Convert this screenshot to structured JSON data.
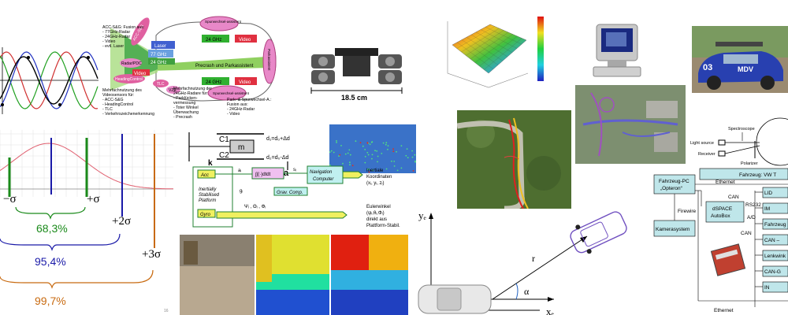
{
  "sensor_diagram": {
    "acc_box": [
      "ACC-S&G: Fusion aus:",
      "- 77GHz-Radar",
      "- 24GHz-Radar",
      "- Video",
      "- evtl. Laser"
    ],
    "park_box": [
      "Mehrfachnutzung des",
      "Videosensors für:",
      "- ACC-S&G",
      "- HeadingControl",
      "- TLC",
      "- Verkehrszeichenerkennung"
    ],
    "mid_box": [
      "Mehrfachnutzung der",
      "24GHz-Radare für:",
      "- Parklücken-",
      "  vermessung",
      "- Toter Winkel",
      "  Überwachung",
      "- Precrash"
    ],
    "right_box": [
      "Park- & Spurwechsel-A.:",
      "Fusion aus:",
      "- 24GHz-Radar",
      "- Video"
    ],
    "zones": {
      "laser": "Laser",
      "g77": "77 GHz",
      "g24a": "24 GHz",
      "g24b": "24 GHz",
      "g24c": "24 GHz",
      "video1": "Video",
      "video2": "Video",
      "video3": "Video",
      "accsg": "ACC-S&G",
      "radarpdc": "Radar/PDC",
      "heading": "HeadingControl",
      "tlc": "TLC",
      "vz": "VZE",
      "precrash": "Precrash und Parkassistent",
      "spur1": "Spurwechsel-assistent",
      "spur2": "Spurwechsel-assistent",
      "park": "Parkassistent"
    }
  },
  "robot": {
    "dimension": "18.5 cm"
  },
  "mass_spring": {
    "c1": "C1",
    "c2": "C2",
    "m": "m",
    "k": "k",
    "a": "a",
    "d1": "d₁=d₀+Δd",
    "d2": "d₂=d₀-Δd"
  },
  "gaussian": {
    "minus_sigma": "−σ",
    "plus_sigma": "+σ",
    "plus2": "+2σ",
    "plus3": "+3σ",
    "p68": "68,3%",
    "p95": "95,4%",
    "p997": "99,7%",
    "colors": {
      "green": "#1a8a1a",
      "blue": "#1a1aa8",
      "orange": "#c86a10",
      "red": "#e06070"
    }
  },
  "ins": {
    "acc": "Acc",
    "gyro": "Gyro",
    "platform": [
      "Inertially",
      "Stabilised",
      "Platform"
    ],
    "integral": "∫∫(·)dtdt",
    "nav": [
      "Navigation",
      "Computer"
    ],
    "grav": "Grav. Comp.",
    "a_label": "aᵢ",
    "g_label": "gᵢ",
    "s_label": "sᵢ",
    "angles_label": "Ψᵢ , Θᵢ , Φᵢ",
    "out1": [
      "Inertiale",
      "Koordinaten",
      "(xᵢ, yᵢ, zᵢ)"
    ],
    "out2": [
      "Eulerwinkel",
      "(ψᵢ,θᵢ,Φᵢ)",
      "direkt aus",
      "Plattform-Stabil."
    ]
  },
  "page_number": "16",
  "vehicle_geometry": {
    "ye": "yₑ",
    "xe": "xₑ",
    "r": "r",
    "alpha": "α"
  },
  "spectro": {
    "light": "Light source",
    "spectro": "Spectroscope",
    "receiver": "Receiver",
    "polarizer": "Polarizer"
  },
  "arch": {
    "header": "Fahrzeug: VW T",
    "pc": [
      "Fahrzeug-PC",
      "„Opteron“"
    ],
    "ethernet1": "Ethernet",
    "can1": "CAN",
    "firewire": "Firewire",
    "dspace": [
      "dSPACE",
      "AutoBox"
    ],
    "rs232": "RS232",
    "ad": "A/D",
    "can2": "CAN",
    "kamera": "Kamerasystem",
    "ethernet2": "Ethernet",
    "right_items": [
      "LID",
      "IM",
      "Fahrzeug",
      "CAN –",
      "Lenkwink",
      "CAN-G",
      "IN"
    ]
  },
  "car_photo": {
    "number": "03",
    "brand": "MDV"
  }
}
